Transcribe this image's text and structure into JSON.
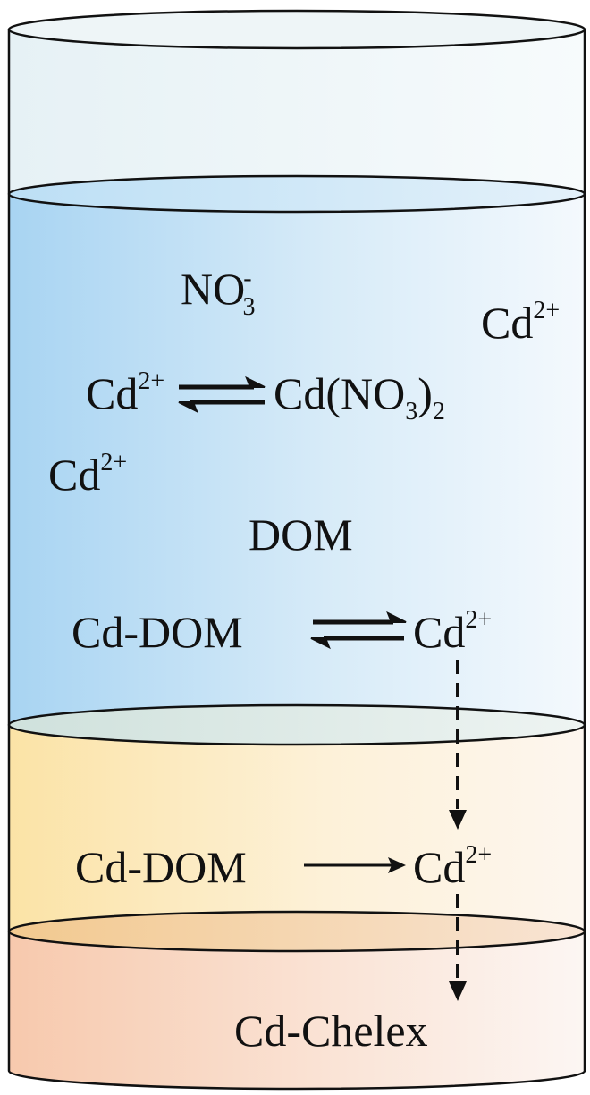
{
  "labels": {
    "no3": "NO",
    "no3_sub": "3",
    "no3_sup": "-",
    "cd_top_right": "Cd",
    "cd_top_right_sup": "2+",
    "cd_eq1_left": "Cd",
    "cd_eq1_left_sup": "2+",
    "cd_no3_2": "Cd(NO",
    "cd_no3_2_sub1": "3",
    "cd_no3_2_close": ")",
    "cd_no3_2_sub2": "2",
    "cd_left": "Cd",
    "cd_left_sup": "2+",
    "dom": "DOM",
    "cd_dom_1": "Cd-DOM",
    "cd_eq2_right": "Cd",
    "cd_eq2_right_sup": "2+",
    "cd_dom_2": "Cd-DOM",
    "cd_diff": "Cd",
    "cd_diff_sup": "2+",
    "cd_chelex": "Cd-Chelex"
  },
  "colors": {
    "solution_layer": "#a8d4f2",
    "diffusion_layer": "#fbe3a6",
    "binding_layer": "#f7c9ad",
    "empty_top": "#eef5f7",
    "outline": "#111111"
  }
}
